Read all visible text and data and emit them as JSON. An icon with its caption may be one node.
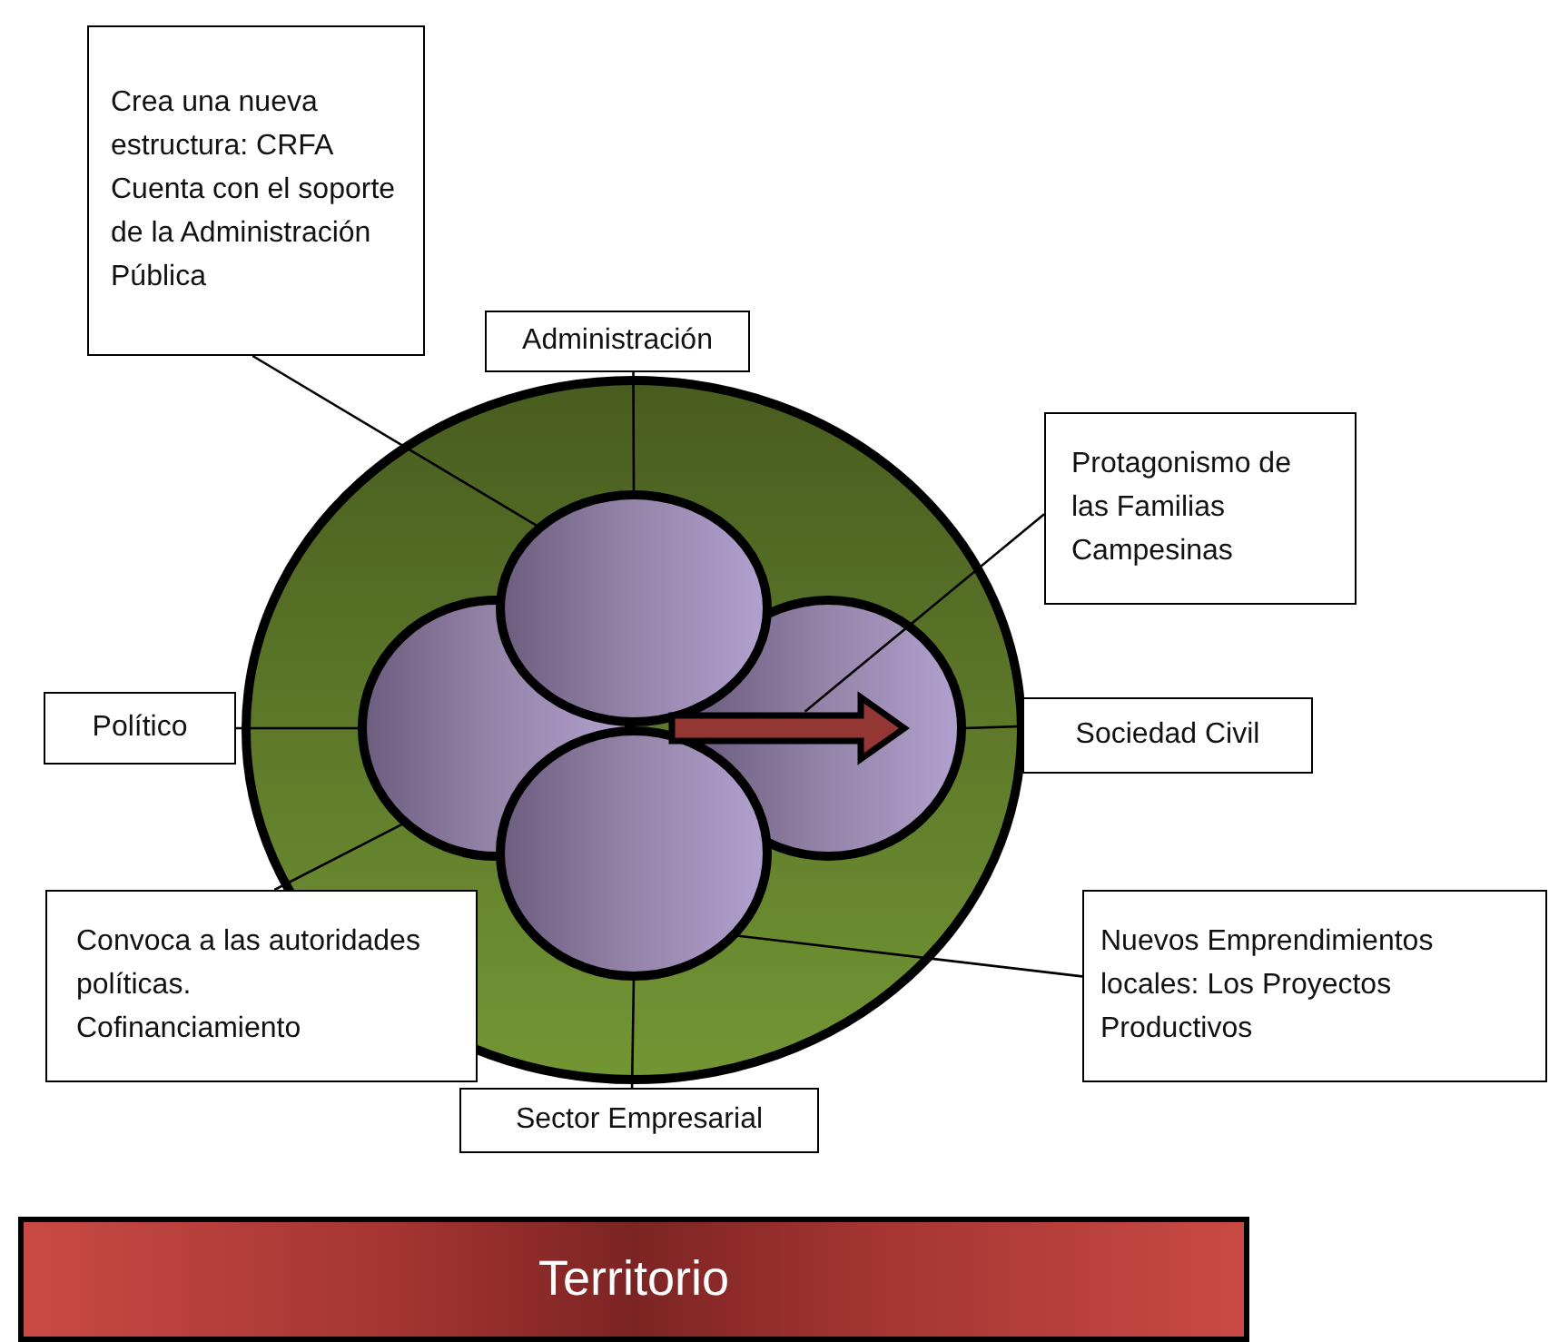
{
  "diagram": {
    "nodes": [
      {
        "text": [
          "Crea una nueva estructura: CRFA Cuenta con el soporte de la Administración Pública"
        ]
      },
      {
        "text": [
          "Administración"
        ]
      },
      {
        "text": [],
        "shape": "ellipse"
      },
      {
        "text": [],
        "shape": "ellipse",
        "in": 2
      },
      {
        "text": [],
        "shape": "ellipse",
        "in": 2
      },
      {
        "text": [],
        "shape": "ellipse",
        "in": 2
      },
      {
        "text": [],
        "shape": "ellipse",
        "in": 2
      },
      {
        "text": [],
        "shape": "arrow",
        "in": 2
      },
      {
        "text": [
          "Protagonismo de las Familias Campesinas"
        ]
      },
      {
        "text": [
          "Político"
        ]
      },
      {
        "text": [
          "Sociedad Civil"
        ]
      },
      {
        "text": [
          "Convoca a las autoridades políticas. Cofinanciamiento"
        ]
      },
      {
        "text": [
          "Nuevos Emprendimientos locales: Los Proyectos Productivos"
        ]
      },
      {
        "text": [
          "Sector Empresarial"
        ]
      },
      {
        "text": [
          "Territorio"
        ]
      }
    ],
    "edges": [
      {
        "from": 0,
        "to": 3,
        "arrow": "none"
      },
      {
        "from": 1,
        "to": 3,
        "arrow": "none"
      },
      {
        "from": 8,
        "to": 7,
        "arrow": "none"
      },
      {
        "from": 9,
        "to": 4,
        "arrow": "none"
      },
      {
        "from": 10,
        "to": 5,
        "arrow": "none"
      },
      {
        "from": 11,
        "to": 4,
        "arrow": "none"
      },
      {
        "from": 12,
        "to": 6,
        "arrow": "none"
      },
      {
        "from": 13,
        "to": 6,
        "arrow": "none"
      }
    ]
  }
}
